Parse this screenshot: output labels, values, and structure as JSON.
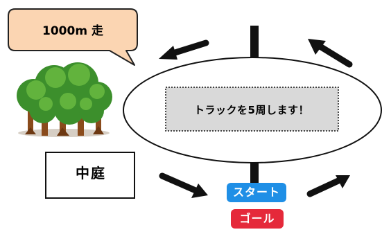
{
  "bubble": {
    "text": "1000m 走"
  },
  "track": {
    "note": "トラックを5周します！"
  },
  "courtyard": {
    "label": "中庭"
  },
  "signs": {
    "start": "スタート",
    "goal": "ゴール"
  },
  "colors": {
    "bubble_fill": "#fbd5b2",
    "note_fill": "#d9d9d9",
    "tree_dark": "#3c8f2c",
    "tree_light": "#62b33d",
    "trunk": "#8a4b1c",
    "start_sign": "#1f8fe6",
    "goal_sign": "#e5293a"
  }
}
